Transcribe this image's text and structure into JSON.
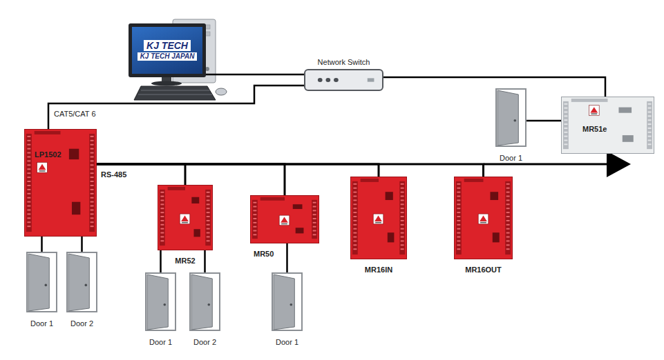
{
  "diagram": {
    "nodes": [
      {
        "text": [
          "KJ TECH",
          "KJ TECH JAPAN"
        ]
      },
      {
        "text": [
          "Network Switch"
        ]
      },
      {
        "text": [
          "LP1502"
        ]
      },
      {
        "text": [
          "MR51e"
        ]
      },
      {
        "text": [
          "Door 1"
        ]
      },
      {
        "text": [
          "MR52"
        ]
      },
      {
        "text": [
          "MR50"
        ]
      },
      {
        "text": [
          "MR16IN"
        ]
      },
      {
        "text": [
          "MR16OUT"
        ]
      },
      {
        "text": [
          "Door 1"
        ]
      },
      {
        "text": [
          "Door 2"
        ]
      },
      {
        "text": [
          "Door 1"
        ]
      },
      {
        "text": [
          "Door 2"
        ]
      },
      {
        "text": [
          "Door 1"
        ]
      }
    ],
    "edges": [
      {
        "from": 0,
        "to": 1,
        "arrow": "none"
      },
      {
        "from": 1,
        "to": 2,
        "arrow": "none"
      },
      {
        "from": 1,
        "to": 3,
        "arrow": "none"
      },
      {
        "from": 2,
        "to": 5,
        "arrow": "none"
      },
      {
        "from": 2,
        "to": 6,
        "arrow": "none"
      },
      {
        "from": 2,
        "to": 7,
        "arrow": "none"
      },
      {
        "from": 2,
        "to": 8,
        "arrow": "none"
      },
      {
        "from": 2,
        "to": 9,
        "arrow": "none"
      },
      {
        "from": 2,
        "to": 10,
        "arrow": "none"
      },
      {
        "from": 5,
        "to": 11,
        "arrow": "none"
      },
      {
        "from": 5,
        "to": 12,
        "arrow": "none"
      },
      {
        "from": 6,
        "to": 13,
        "arrow": "none"
      },
      {
        "from": 4,
        "to": 3,
        "arrow": "none"
      }
    ],
    "labels": [
      "CAT5/CAT 6",
      "RS-485"
    ]
  }
}
